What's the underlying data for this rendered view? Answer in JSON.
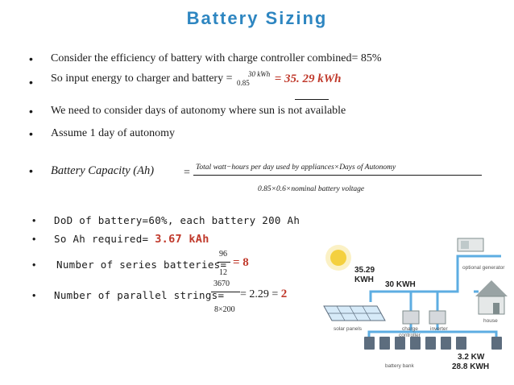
{
  "title": "Battery Sizing",
  "bullet_char": "•",
  "lines": {
    "l1": "Consider the efficiency of battery with charge controller combined= 85%",
    "l2_text": "So input energy to charger and battery =",
    "l2_num": "30 kWh",
    "l2_den": "0.85",
    "l2_result": "= 35. 29 kWh",
    "l3": "We need to consider days of autonomy where sun is not available",
    "l4": "Assume 1 day of autonomy",
    "l5_label": "Battery Capacity (Ah)",
    "l5_eq": "=",
    "l5_num": "Total watt−hours per day used by appliances×Days of Autonomy",
    "l5_den": "0.85×0.6×nominal battery voltage",
    "l6": "DoD of battery=60%, each battery 200 Ah",
    "l7_text": "So Ah required= ",
    "l7_value": "3.67 kAh",
    "l8_text": "Number of series batteries=",
    "l8_num": "96",
    "l8_den": "12",
    "l8_result": "= 8",
    "l9_text": "Number of parallel strings=",
    "l9_num": "3670",
    "l9_den": "8×200",
    "l9_eq": "= 2.29 = ",
    "l9_result": "2"
  },
  "diagram": {
    "label_energy": "35.29",
    "label_energy_unit": "KWH",
    "label_30kwh": "30 KWH",
    "label_solar": "solar panels",
    "label_charge": "charge",
    "label_controller": "controller",
    "label_inverter": "inverter",
    "label_generator": "optional generator",
    "label_house": "house",
    "label_battery_bank": "battery bank",
    "label_kw": "3.2 KW",
    "label_kwh2": "28.8 KWH"
  },
  "colors": {
    "title": "#2e86c1",
    "accent_red": "#c0392b",
    "wire": "#5dade2"
  }
}
